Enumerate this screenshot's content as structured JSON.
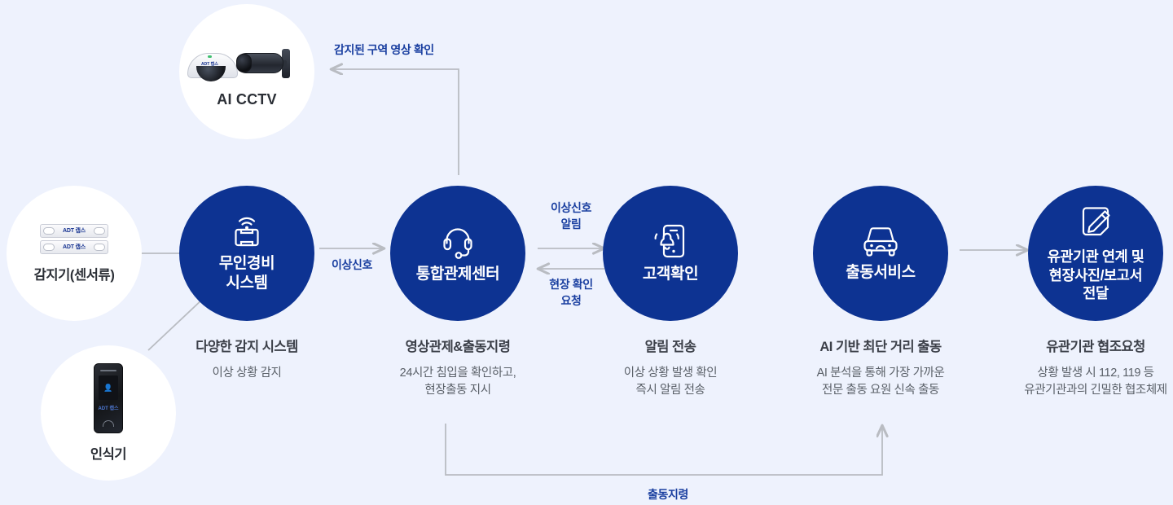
{
  "theme": {
    "background": "#eef2fd",
    "node_blue": "#0d3392",
    "halo_white": "#ffffff",
    "wire_gray": "#b9bcc2",
    "label_blue": "#1a3fa0",
    "caption_title": "#3c4049",
    "caption_desc": "#5a6068"
  },
  "sources": {
    "sensor": {
      "label": "감지기(센서류)",
      "brand_text": "ADT 캡스",
      "icon": "sensor-bars-icon"
    },
    "reader": {
      "label": "인식기",
      "brand_text": "ADT 캡스",
      "icon": "access-reader-icon"
    },
    "cctv": {
      "label": "AI CCTV",
      "icon": "cctv-cameras-icon"
    }
  },
  "nodes": [
    {
      "id": "unmanned-security-system",
      "title": "무인경비\n시스템",
      "icon": "wifi-panel-icon",
      "caption_title": "다양한 감지 시스템",
      "caption_desc": "이상 상황 감지"
    },
    {
      "id": "integrated-control-center",
      "title": "통합관제센터",
      "icon": "headset-icon",
      "caption_title": "영상관제&출동지령",
      "caption_desc": "24시간 침입을 확인하고,\n현장출동 지시"
    },
    {
      "id": "customer-confirmation",
      "title": "고객확인",
      "icon": "phone-alert-icon",
      "caption_title": "알림 전송",
      "caption_desc": "이상 상황 발생 확인\n즉시 알림 전송"
    },
    {
      "id": "dispatch-service",
      "title": "출동서비스",
      "icon": "patrol-car-icon",
      "caption_title": "AI 기반 최단 거리 출동",
      "caption_desc": "AI 분석을 통해 가장 가까운\n전문 출동 요원 신속 출동"
    },
    {
      "id": "agency-linkage",
      "title": "유관기관 연계 및\n현장사진/보고서\n전달",
      "icon": "report-pen-icon",
      "caption_title": "유관기관 협조요청",
      "caption_desc": "상황 발생 시 112, 119 등\n유관기관과의 긴밀한 협조체제"
    }
  ],
  "edges": [
    {
      "id": "cctv-video-check",
      "label": "감지된 구역 영상 확인",
      "direction": "control-center-to-cctv"
    },
    {
      "id": "abnormal-signal",
      "label": "이상신호",
      "direction": "security-to-control-center"
    },
    {
      "id": "abnormal-signal-alert",
      "label": "이상신호\n알림",
      "direction": "control-center-to-customer"
    },
    {
      "id": "site-check-request",
      "label": "현장 확인\n요청",
      "direction": "customer-to-control-center"
    },
    {
      "id": "dispatch-to-agency",
      "label": "",
      "direction": "dispatch-to-agency"
    },
    {
      "id": "dispatch-order",
      "label": "출동지령",
      "direction": "control-center-to-dispatch"
    }
  ]
}
